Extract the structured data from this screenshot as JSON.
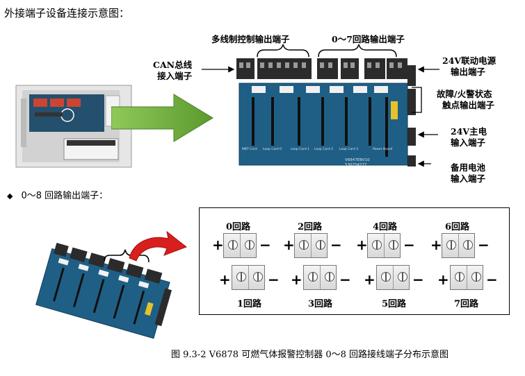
{
  "heading": "外接端子设备连接示意图：",
  "labels": {
    "multiline": "多线制控制输出端子",
    "loop_out": "0～7回路输出端子",
    "can_line1": "CAN总线",
    "can_line2": "接入端子",
    "psu24_line1": "24V联动电源",
    "psu24_line2": "输出端子",
    "fault_line1": "故障/火警状态",
    "fault_line2": "触点输出端子",
    "main_line1": "24V主电",
    "main_line2": "输入端子",
    "battery_line1": "备用电池",
    "battery_line2": "输入端子"
  },
  "board": {
    "model_text": "V6847EBV10",
    "code_text": "530254777",
    "card_labels": [
      "MBT Card",
      "Loop Card 0",
      "Loop Card 1",
      "Loop Card 2",
      "Loop Card 3",
      "Power Board"
    ]
  },
  "bullet": {
    "symbol": "◆",
    "text": "0～8 回路输出端子："
  },
  "loops_top": [
    "0回路",
    "2回路",
    "4回路",
    "6回路"
  ],
  "loops_bottom": [
    "1回路",
    "3回路",
    "5回路",
    "7回路"
  ],
  "signs": {
    "plus": "+",
    "minus": "−"
  },
  "caption": "图 9.3-2 V6878 可燃气体报警控制器 0～8 回路接线端子分布示意图",
  "colors": {
    "board": "#1f5f86",
    "arrow_green": "#6fae3c",
    "arrow_red": "#d91e1e",
    "connector": "#2b2b2b"
  }
}
